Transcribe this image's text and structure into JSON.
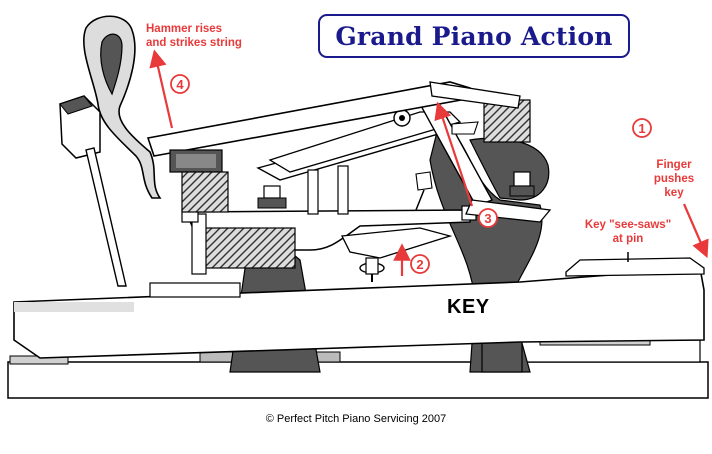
{
  "title": "Grand Piano Action",
  "key_label": "KEY",
  "copyright": "© Perfect Pitch Piano Servicing 2007",
  "steps": [
    {
      "number": "1",
      "label_lines": [
        "Finger",
        "pushes",
        "key"
      ]
    },
    {
      "number": "2",
      "label_lines": []
    },
    {
      "number": "3",
      "label_lines": []
    },
    {
      "number": "4",
      "label_lines": [
        "Hammer rises",
        "and strikes string"
      ]
    }
  ],
  "pivot_label_lines": [
    "Key \"see-saws\"",
    "at pin"
  ],
  "colors": {
    "title": "#1a1a8c",
    "annotation": "#e83a3a",
    "felt": "#555555",
    "outline": "#000000"
  }
}
